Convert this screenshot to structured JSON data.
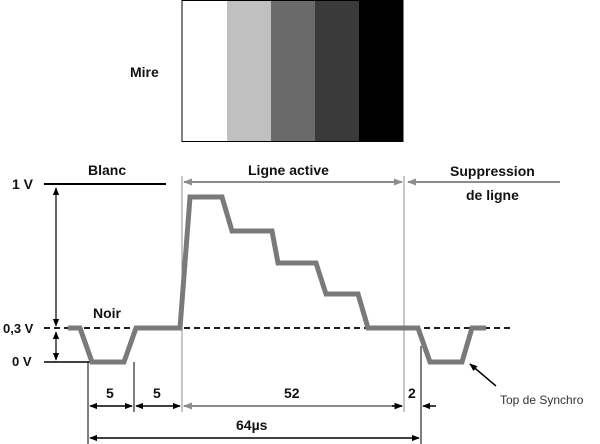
{
  "mire": {
    "label": "Mire",
    "bars": [
      "#ffffff",
      "#c0c0c0",
      "#6a6a6a",
      "#3a3a3a",
      "#000000"
    ]
  },
  "levels": {
    "one_volt": "1 V",
    "black_level": "0,3 V",
    "zero_volt": "0 V"
  },
  "regions": {
    "blanc": "Blanc",
    "noir": "Noir",
    "ligne_active": "Ligne active",
    "suppression_line1": "Suppression",
    "suppression_line2": "de ligne"
  },
  "durations": {
    "sync_width": "5",
    "back_porch": "5",
    "active": "52",
    "front_porch": "2",
    "total": "64µs"
  },
  "annotations": {
    "top_synchro": "Top de Synchro"
  },
  "colors": {
    "signal": "#7a7a7a",
    "arrow_grey": "#8c8c8c",
    "line": "#000000"
  }
}
